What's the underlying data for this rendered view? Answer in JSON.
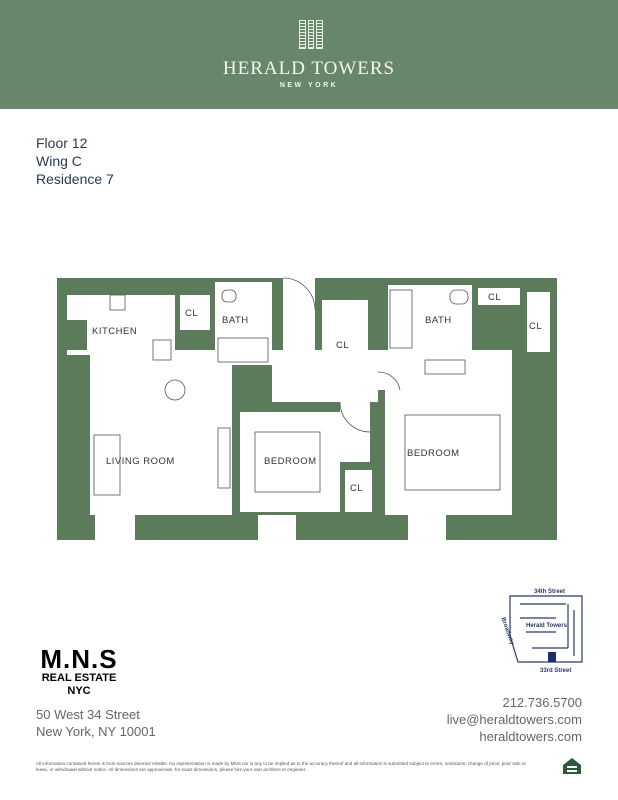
{
  "header": {
    "brand": "HERALD TOWERS",
    "subtitle": "NEW YORK",
    "color": "#68876a"
  },
  "unit": {
    "floor": "Floor 12",
    "wing": "Wing C",
    "residence": "Residence 7"
  },
  "plan": {
    "rooms": {
      "kitchen": "KITCHEN",
      "cl": "CL",
      "bath": "BATH",
      "living": "LIVING ROOM",
      "bedroom": "BEDROOM"
    },
    "wall_color": "#5b7b5a"
  },
  "map": {
    "north_street": "34th Street",
    "south_street": "33rd Street",
    "west_street": "Broadway",
    "inner": "Herald Towers",
    "highlight_color": "#1e2f66"
  },
  "address": {
    "line1": "50 West 34 Street",
    "line2": "New York, NY 10001"
  },
  "contact": {
    "phone": "212.736.5700",
    "email": "live@heraldtowers.com",
    "web": "heraldtowers.com"
  },
  "watermark": {
    "name": "M.N.S",
    "line2": "REAL ESTATE",
    "line3": "NYC"
  },
  "disclaimer": "All information contained herein is from sources deemed reliable. No representation is made by MNS nor is any to be implied as to the accuracy thereof and all information is submitted subject to errors, omissions, change of price, prior sale or lease, or withdrawal without notice. All dimensions are approximate, for exact dimensions, please hire your own architect or engineer."
}
